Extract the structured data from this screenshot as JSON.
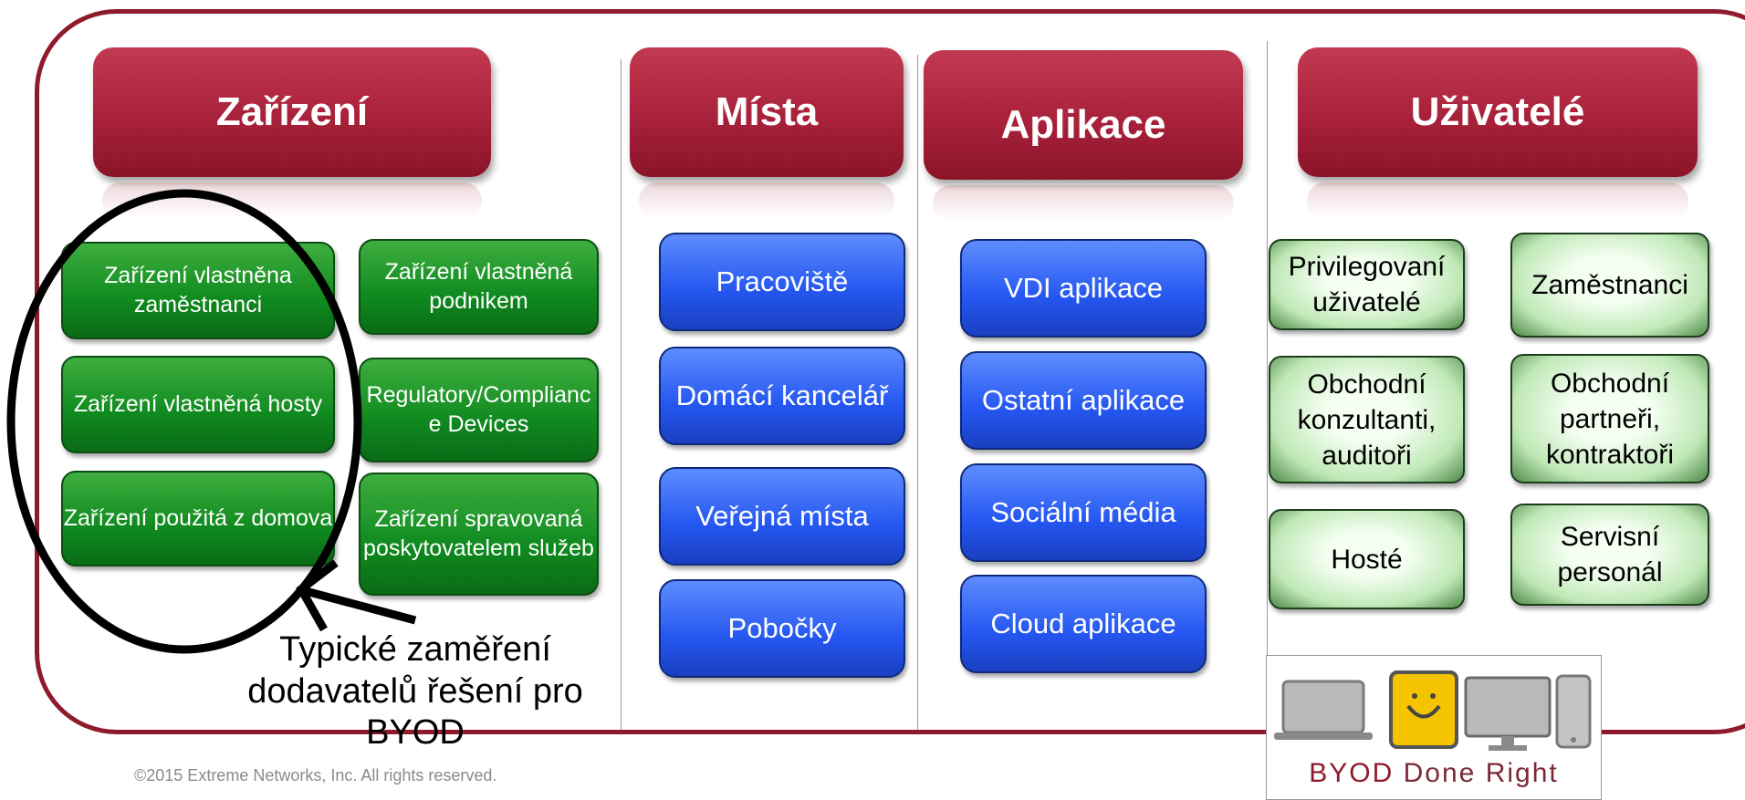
{
  "headers": {
    "devices": "Zařízení",
    "places": "Místa",
    "apps": "Aplikace",
    "users": "Uživatelé"
  },
  "devices": {
    "employee_owned": "Zařízení vlastněna zaměstnanci",
    "company_owned": "Zařízení vlastněná podnikem",
    "guest_owned": "Zařízení vlastněná hosty",
    "regulatory": "Regulatory/Compliance Devices",
    "home_used": "Zařízení použitá z domova",
    "provider_managed": "Zařízení spravovaná poskytovatelem služeb"
  },
  "places": {
    "workplace": "Pracoviště",
    "home_office": "Domácí kancelář",
    "public": "Veřejná místa",
    "branches": "Pobočky"
  },
  "apps": {
    "vdi": "VDI aplikace",
    "other": "Ostatní aplikace",
    "social": "Sociální média",
    "cloud": "Cloud aplikace"
  },
  "users": {
    "privileged": "Privilegovaní uživatelé",
    "employees": "Zaměstnanci",
    "consultants": "Obchodní konzultanti, auditoři",
    "partners": "Obchodní partneři, kontraktoři",
    "guests": "Hosté",
    "service": "Servisní personál"
  },
  "annotation": "Typické zaměření dodavatelů řešení pro BYOD",
  "copyright": "©2015 Extreme Networks, Inc. All rights reserved.",
  "logo": {
    "brand": "BYOD",
    "tagline": "Done Right"
  },
  "colors": {
    "frame": "#8e1b2c",
    "header": "#a8213a",
    "device_box": "#0f8a1f",
    "blue_box": "#2456f0",
    "user_box": "#bfe8b6"
  }
}
